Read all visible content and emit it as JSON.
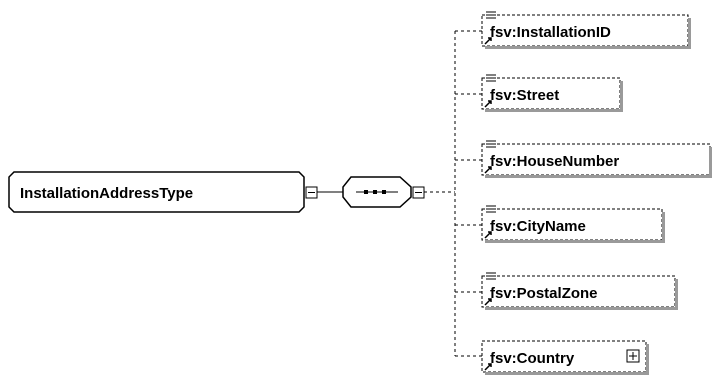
{
  "diagram": {
    "root": {
      "label": "InstallationAddressType"
    },
    "compositor": {
      "kind": "sequence"
    },
    "elements": [
      {
        "label": "fsv:InstallationID",
        "has_children": false
      },
      {
        "label": "fsv:Street",
        "has_children": false
      },
      {
        "label": "fsv:HouseNumber",
        "has_children": false
      },
      {
        "label": "fsv:CityName",
        "has_children": false
      },
      {
        "label": "fsv:PostalZone",
        "has_children": false
      },
      {
        "label": "fsv:Country",
        "has_children": true
      }
    ]
  }
}
